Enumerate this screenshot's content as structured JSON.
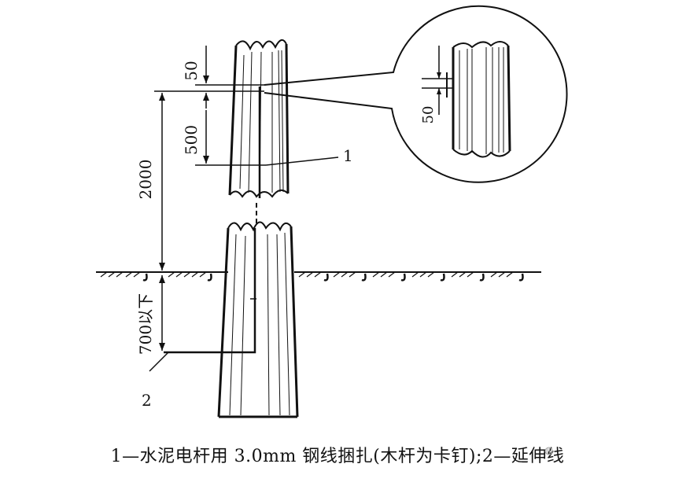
{
  "dimensions": {
    "gap_small": "50",
    "segment": "500",
    "height_above_ground": "2000",
    "depth_below_ground": "700以下",
    "detail_gap": "50"
  },
  "callouts": {
    "item1": "1",
    "item2": "2"
  },
  "caption": "1—水泥电杆用 3.0mm 钢线捆扎(木杆为卡钉);2—延伸线",
  "colors": {
    "ink": "#111111",
    "background": "#ffffff"
  }
}
